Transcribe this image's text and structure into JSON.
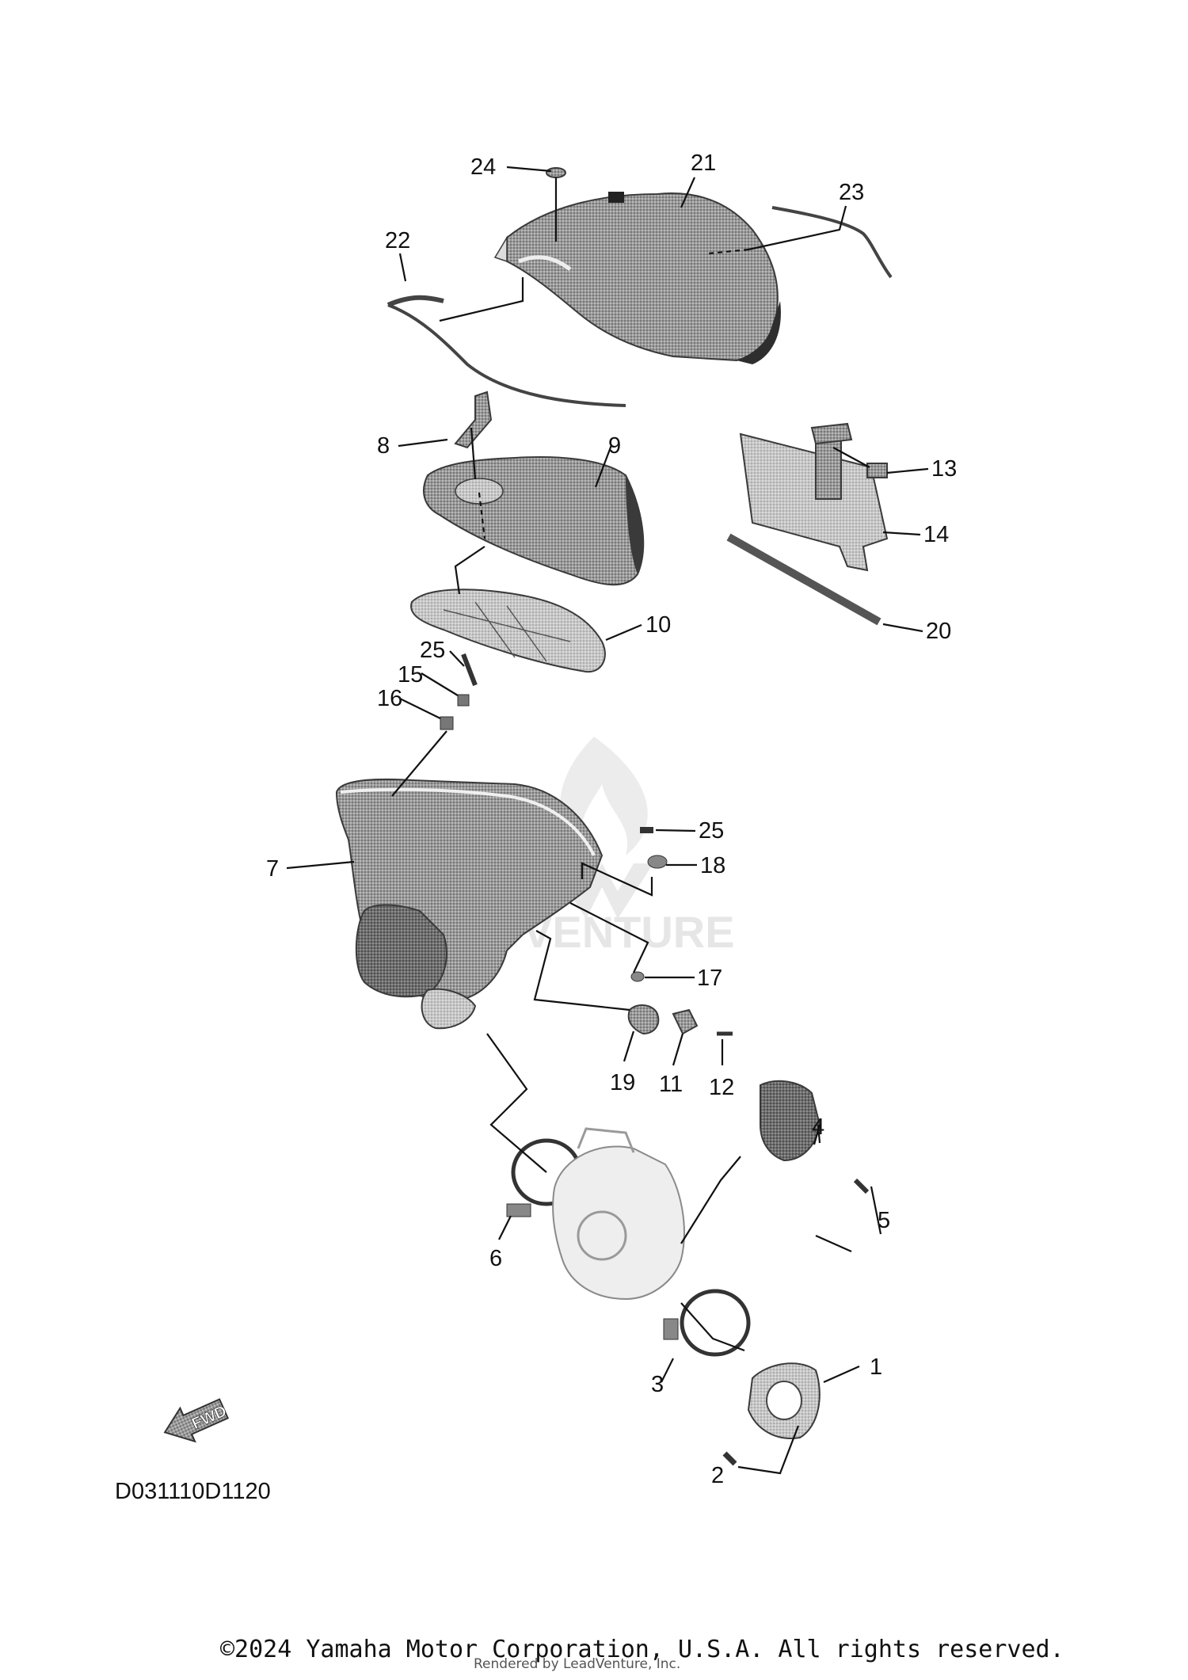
{
  "diagram": {
    "callouts": [
      "1",
      "2",
      "3",
      "4",
      "5",
      "6",
      "7",
      "8",
      "9",
      "10",
      "11",
      "12",
      "13",
      "14",
      "15",
      "16",
      "17",
      "18",
      "19",
      "20",
      "21",
      "22",
      "23",
      "24",
      "25",
      "25"
    ],
    "fwd_label": "FWD",
    "diagram_code": "D031110D1120"
  },
  "watermark": {
    "text": "VENTURE"
  },
  "footer": {
    "copyright": "©2024 Yamaha Motor Corporation, U.S.A. All rights reserved.",
    "credit": "Rendered by LeadVenture, Inc."
  }
}
